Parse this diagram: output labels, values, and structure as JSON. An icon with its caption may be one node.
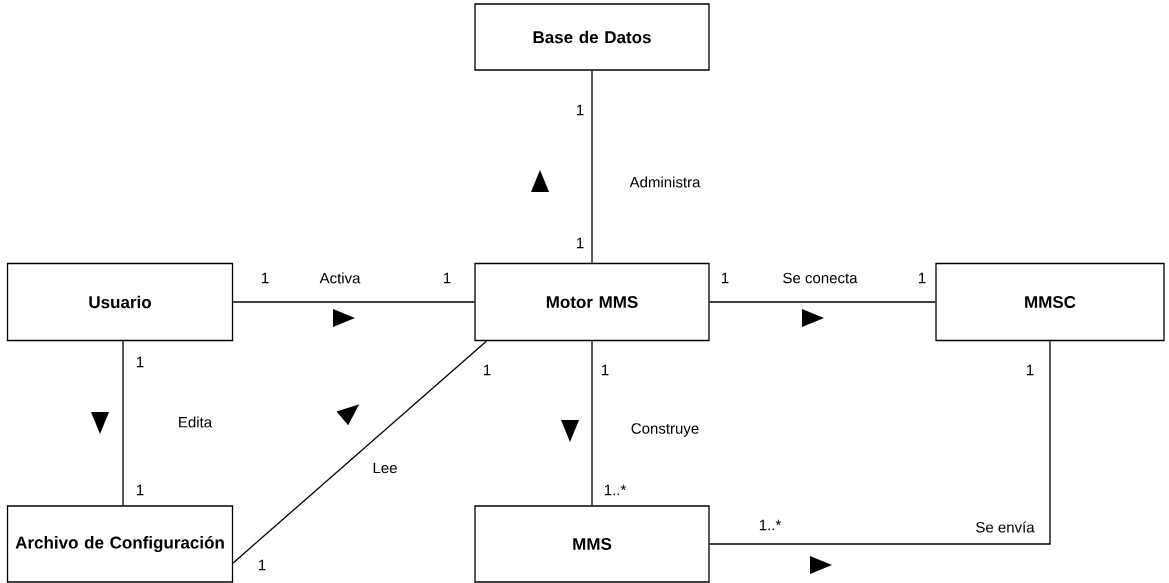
{
  "diagram": {
    "nodes": [
      {
        "text": [
          "Base de Datos"
        ]
      },
      {
        "text": [
          "Usuario"
        ]
      },
      {
        "text": [
          "Motor MMS"
        ]
      },
      {
        "text": [
          "MMSC"
        ]
      },
      {
        "text": [
          "Archivo de Configuración"
        ]
      },
      {
        "text": [
          "MMS"
        ]
      }
    ],
    "edges": [
      {
        "from": 2,
        "to": 0,
        "arrow": "none",
        "label": "Administra"
      },
      {
        "from": 1,
        "to": 2,
        "arrow": "none",
        "label": "Activa"
      },
      {
        "from": 2,
        "to": 3,
        "arrow": "none",
        "label": "Se conecta"
      },
      {
        "from": 1,
        "to": 4,
        "arrow": "none",
        "label": "Edita"
      },
      {
        "from": 4,
        "to": 2,
        "arrow": "none",
        "label": "Lee"
      },
      {
        "from": 2,
        "to": 5,
        "arrow": "none",
        "label": "Construye"
      },
      {
        "from": 5,
        "to": 3,
        "arrow": "none",
        "label": "Se envía"
      }
    ],
    "labels": [
      "1",
      "1",
      "1",
      "1",
      "1",
      "1",
      "1",
      "1",
      "1",
      "1",
      "1",
      "1..*",
      "1..*",
      "1"
    ]
  }
}
